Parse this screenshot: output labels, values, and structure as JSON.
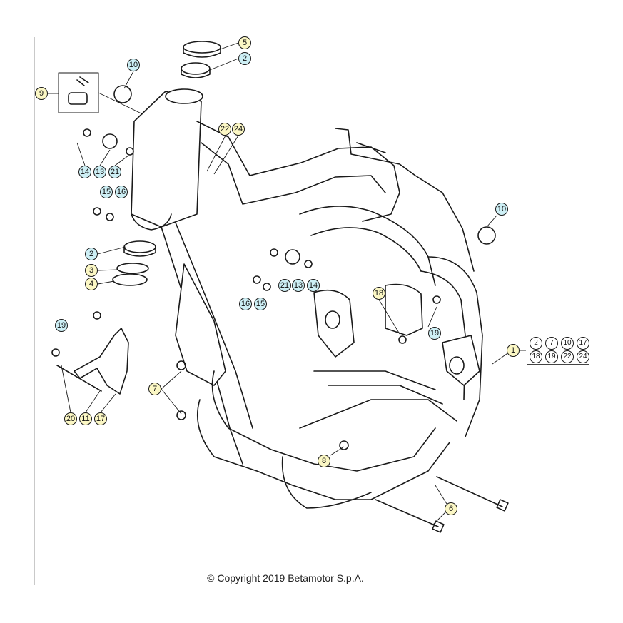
{
  "diagram": {
    "callouts": [
      {
        "id": "c5",
        "label": "5",
        "style": "y"
      },
      {
        "id": "c2a",
        "label": "2",
        "style": "b"
      },
      {
        "id": "c10a",
        "label": "10",
        "style": "b"
      },
      {
        "id": "c9",
        "label": "9",
        "style": "y"
      },
      {
        "id": "c22",
        "label": "22",
        "style": "y"
      },
      {
        "id": "c24",
        "label": "24",
        "style": "y"
      },
      {
        "id": "c14a",
        "label": "14",
        "style": "b"
      },
      {
        "id": "c13a",
        "label": "13",
        "style": "b"
      },
      {
        "id": "c21a",
        "label": "21",
        "style": "b"
      },
      {
        "id": "c15a",
        "label": "15",
        "style": "b"
      },
      {
        "id": "c16a",
        "label": "16",
        "style": "b"
      },
      {
        "id": "c10b",
        "label": "10",
        "style": "b"
      },
      {
        "id": "c2b",
        "label": "2",
        "style": "b"
      },
      {
        "id": "c3",
        "label": "3",
        "style": "y"
      },
      {
        "id": "c4",
        "label": "4",
        "style": "y"
      },
      {
        "id": "c21b",
        "label": "21",
        "style": "b"
      },
      {
        "id": "c13b",
        "label": "13",
        "style": "b"
      },
      {
        "id": "c14b",
        "label": "14",
        "style": "b"
      },
      {
        "id": "c16b",
        "label": "16",
        "style": "b"
      },
      {
        "id": "c15b",
        "label": "15",
        "style": "b"
      },
      {
        "id": "c18",
        "label": "18",
        "style": "y"
      },
      {
        "id": "c19a",
        "label": "19",
        "style": "b"
      },
      {
        "id": "c19b",
        "label": "19",
        "style": "b"
      },
      {
        "id": "c1",
        "label": "1",
        "style": "y"
      },
      {
        "id": "c20",
        "label": "20",
        "style": "y"
      },
      {
        "id": "c11",
        "label": "11",
        "style": "y"
      },
      {
        "id": "c17",
        "label": "17",
        "style": "y"
      },
      {
        "id": "c7",
        "label": "7",
        "style": "y"
      },
      {
        "id": "c8",
        "label": "8",
        "style": "y"
      },
      {
        "id": "c6",
        "label": "6",
        "style": "y"
      }
    ],
    "kit": [
      "2",
      "7",
      "10",
      "17",
      "18",
      "19",
      "22",
      "24"
    ],
    "copyright": "© Copyright 2019 Betamotor S.p.A."
  }
}
